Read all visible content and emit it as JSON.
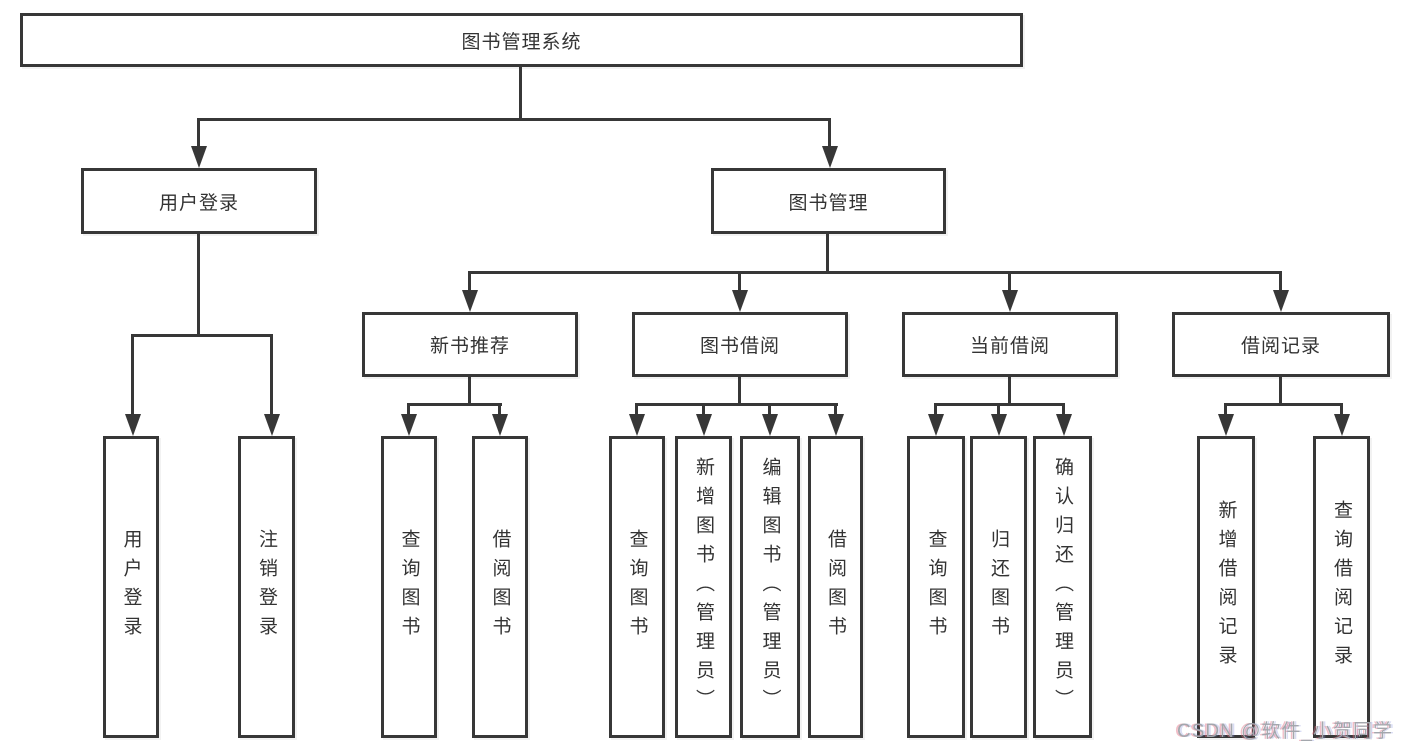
{
  "diagram_type": "hierarchy-tree",
  "tree": {
    "root": {
      "label": "图书管理系统"
    },
    "children": [
      {
        "label": "用户登录",
        "children": [
          {
            "label": "用户登录"
          },
          {
            "label": "注销登录"
          }
        ]
      },
      {
        "label": "图书管理",
        "children": [
          {
            "label": "新书推荐",
            "children": [
              {
                "label": "查询图书"
              },
              {
                "label": "借阅图书"
              }
            ]
          },
          {
            "label": "图书借阅",
            "children": [
              {
                "label": "查询图书"
              },
              {
                "label": "新增图书（管理员）"
              },
              {
                "label": "编辑图书（管理员）"
              },
              {
                "label": "借阅图书"
              }
            ]
          },
          {
            "label": "当前借阅",
            "children": [
              {
                "label": "查询图书"
              },
              {
                "label": "归还图书"
              },
              {
                "label": "确认归还（管理员）"
              }
            ]
          },
          {
            "label": "借阅记录",
            "children": [
              {
                "label": "新增借阅记录"
              },
              {
                "label": "查询借阅记录"
              }
            ]
          }
        ]
      }
    ]
  },
  "watermark": {
    "text": "CSDN @软件_小贺同学"
  },
  "colors": {
    "background": "#ffffff",
    "line": "#373737",
    "text": "#333333",
    "watermark": "#a3a7ad"
  }
}
